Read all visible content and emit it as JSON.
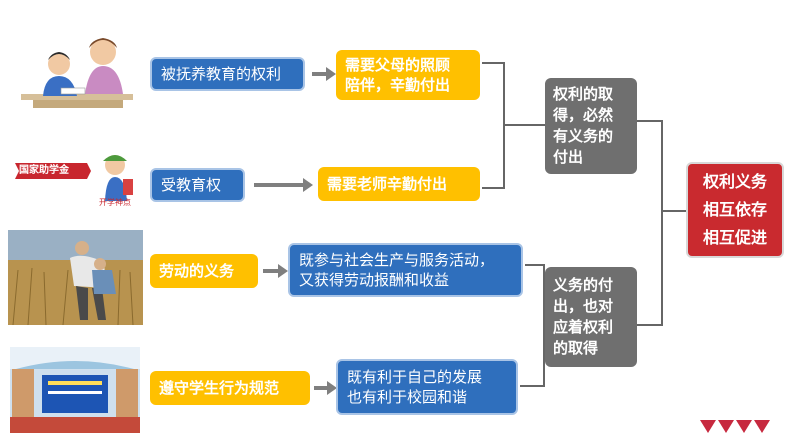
{
  "rows": [
    {
      "left": "被抚养教育的权利",
      "right_lines": [
        "需要父母的照顾",
        "陪伴，辛勤付出"
      ]
    },
    {
      "left": "受教育权",
      "right_lines": [
        "需要老师辛勤付出"
      ]
    },
    {
      "left": "劳动的义务",
      "right_lines": [
        "既参与社会生产与服务活动，",
        "又获得劳动报酬和收益"
      ]
    },
    {
      "left": "遵守学生行为规范",
      "right_lines": [
        "既有利于自己的发展",
        "也有利于校园和谐"
      ]
    }
  ],
  "summary_top_lines": [
    "权利的取",
    "得，必然",
    "有义务的",
    "付出"
  ],
  "summary_bottom_lines": [
    "义务的付",
    "出，也对",
    "应着权利",
    "的取得"
  ],
  "conclusion_lines": [
    "权利义务",
    "相互依存",
    "相互促进"
  ],
  "images": {
    "row2_logo_text": "国家助学金",
    "row2_sign_text": "开学神点"
  },
  "colors": {
    "blue": "#2f6fbd",
    "yellow": "#ffc000",
    "gray": "#6f6f6f",
    "red": "#c92a2f",
    "arrow": "#7f7f7f"
  }
}
